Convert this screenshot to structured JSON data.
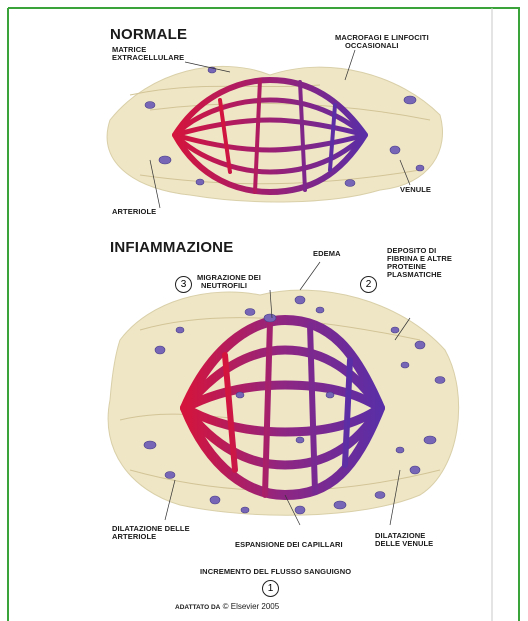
{
  "sections": {
    "normal": {
      "title": "NORMALE",
      "matrix_label_line1": "MATRICE",
      "matrix_label_line2": "EXTRACELLULARE",
      "macrophages_line1": "MACROFAGI E LINFOCITI",
      "macrophages_line2": "OCCASIONALI",
      "arteriole": "ARTERIOLE",
      "venule": "VENULE"
    },
    "inflammation": {
      "title": "INFIAMMAZIONE",
      "edema": "EDEMA",
      "fibrin_line1": "DEPOSITO DI",
      "fibrin_line2": "FIBRINA E ALTRE",
      "fibrin_line3": "PROTEINE",
      "fibrin_line4": "PLASMATICHE",
      "neutrophil_line1": "MIGRAZIONE DEI",
      "neutrophil_line2": "NEUTROFILI",
      "neutrophil_num": "3",
      "fibrin_num": "2",
      "arteriole_dil_line1": "DILATAZIONE DELLE",
      "arteriole_dil_line2": "ARTERIOLE",
      "capillary_exp": "ESPANSIONE DEI CAPILLARI",
      "venule_dil_line1": "DILATAZIONE",
      "venule_dil_line2": "DELLE VENULE",
      "blood_flow": "INCREMENTO DEL FLUSSO SANGUIGNO",
      "blood_flow_num": "1"
    },
    "credit": {
      "adapted": "ADATTATO DA",
      "source": "© Elsevier 2005"
    }
  },
  "colors": {
    "frame_green": "#3aa33a",
    "artery_red": "#d4143c",
    "vein_blue": "#5a2ea6",
    "tissue_cream": "#efe6c6",
    "cell_purple": "#7766b5"
  }
}
